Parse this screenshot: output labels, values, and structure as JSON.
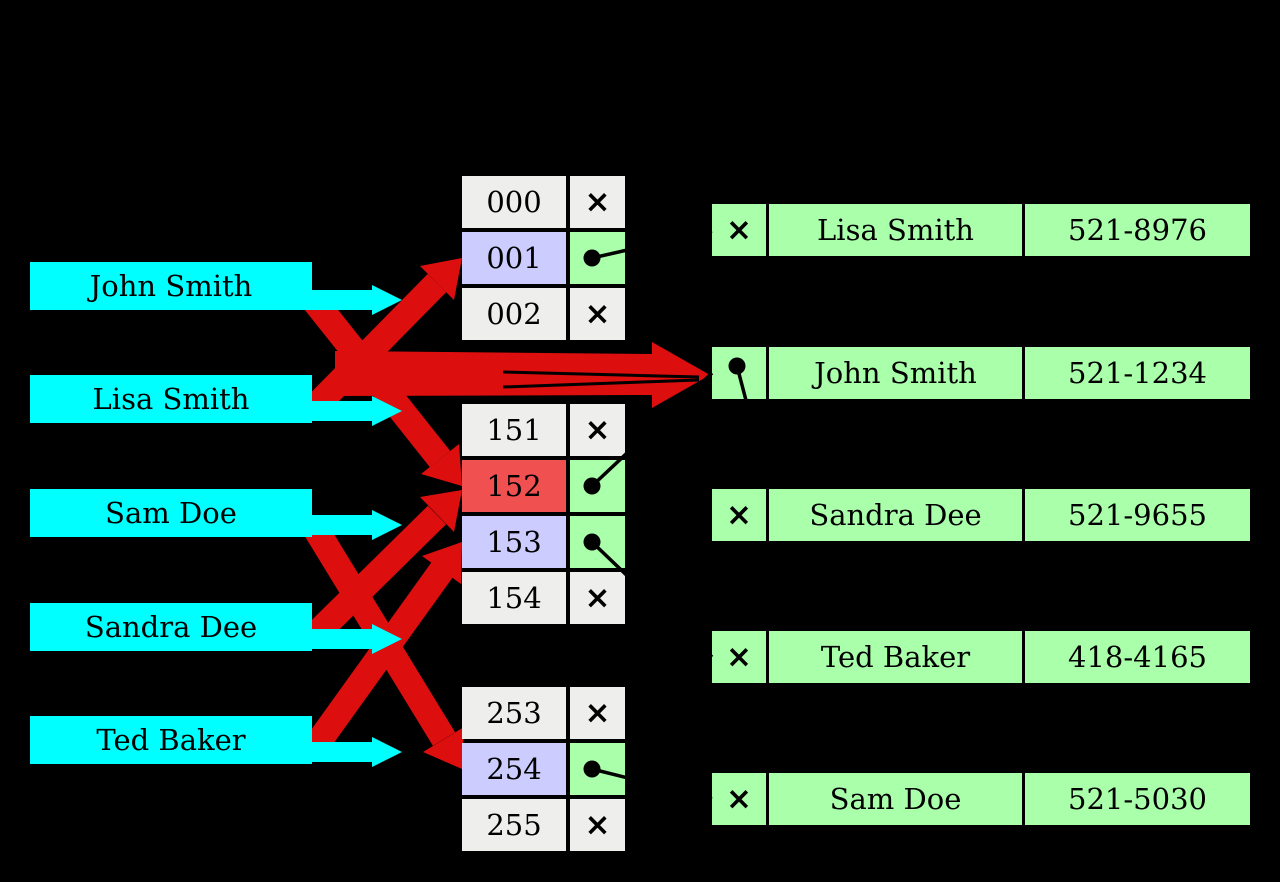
{
  "colors": {
    "background": "#000000",
    "key_fill": "#00ffff",
    "hash_arrow": "#dd0e0e",
    "bucket_empty": "#eeeeec",
    "bucket_occupied": "#ccccff",
    "bucket_collision": "#f05050",
    "slot_green": "#aaffaa",
    "entry_fill": "#aaffaa"
  },
  "markers": {
    "empty": "×"
  },
  "keys": [
    {
      "label": "John Smith"
    },
    {
      "label": "Lisa Smith"
    },
    {
      "label": "Sam Doe"
    },
    {
      "label": "Sandra Dee"
    },
    {
      "label": "Ted Baker"
    }
  ],
  "buckets": [
    {
      "index": "000",
      "state": "empty"
    },
    {
      "index": "001",
      "state": "occupied"
    },
    {
      "index": "002",
      "state": "empty"
    },
    {
      "index": "151",
      "state": "empty"
    },
    {
      "index": "152",
      "state": "collision"
    },
    {
      "index": "153",
      "state": "occupied"
    },
    {
      "index": "154",
      "state": "empty"
    },
    {
      "index": "253",
      "state": "empty"
    },
    {
      "index": "254",
      "state": "occupied"
    },
    {
      "index": "255",
      "state": "empty"
    }
  ],
  "entries": [
    {
      "name": "Lisa Smith",
      "phone": "521-8976",
      "has_pointer": false
    },
    {
      "name": "John Smith",
      "phone": "521-1234",
      "has_pointer": true
    },
    {
      "name": "Sandra Dee",
      "phone": "521-9655",
      "has_pointer": false
    },
    {
      "name": "Ted Baker",
      "phone": "418-4165",
      "has_pointer": false
    },
    {
      "name": "Sam Doe",
      "phone": "521-5030",
      "has_pointer": false
    }
  ]
}
